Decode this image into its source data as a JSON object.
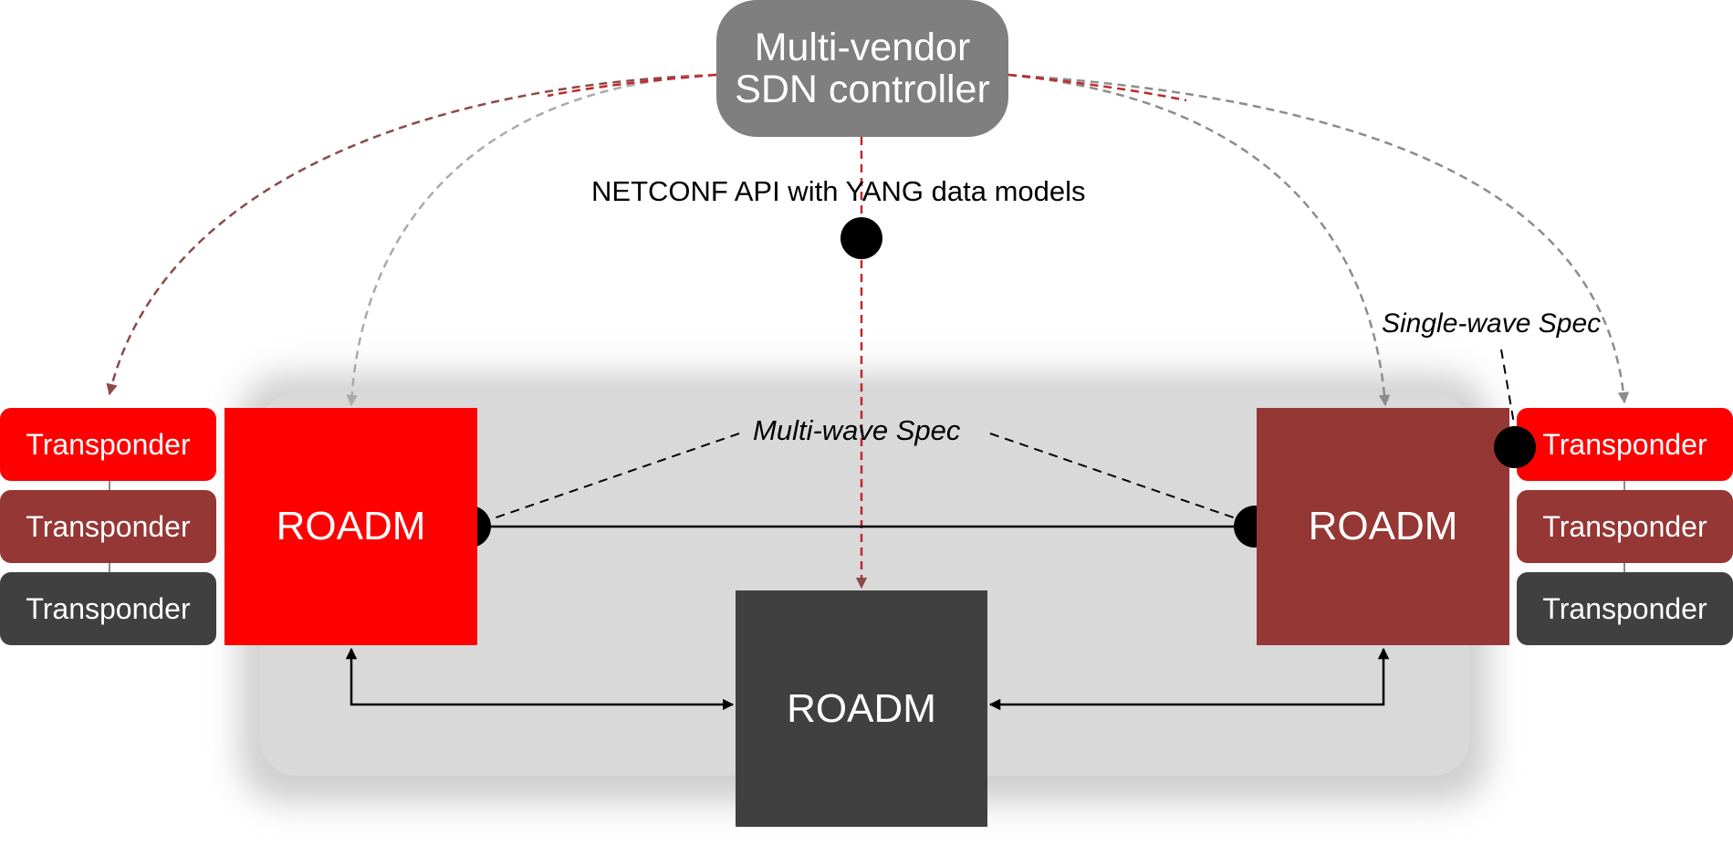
{
  "colors": {
    "bright_red": "#ff0000",
    "dark_red": "#953735",
    "dark_gray": "#404040",
    "controller_gray": "#7f7f7f",
    "dashed_red": "#c0282b",
    "dashed_brown": "#8c4a48",
    "dashed_gray": "#8c8c8c",
    "shadow_panel": "#d9d9d9"
  },
  "controller": {
    "line1": "Multi-vendor",
    "line2": "SDN controller"
  },
  "api_label": "NETCONF API with YANG data models",
  "roadm_left": {
    "label": "ROADM"
  },
  "roadm_right": {
    "label": "ROADM"
  },
  "roadm_bottom": {
    "label": "ROADM"
  },
  "multi_wave_label": "Multi-wave Spec",
  "single_wave_label": "Single-wave Spec",
  "transponders_left": [
    "Transponder",
    "Transponder",
    "Transponder"
  ],
  "transponders_right": [
    "Transponder",
    "Transponder",
    "Transponder"
  ]
}
